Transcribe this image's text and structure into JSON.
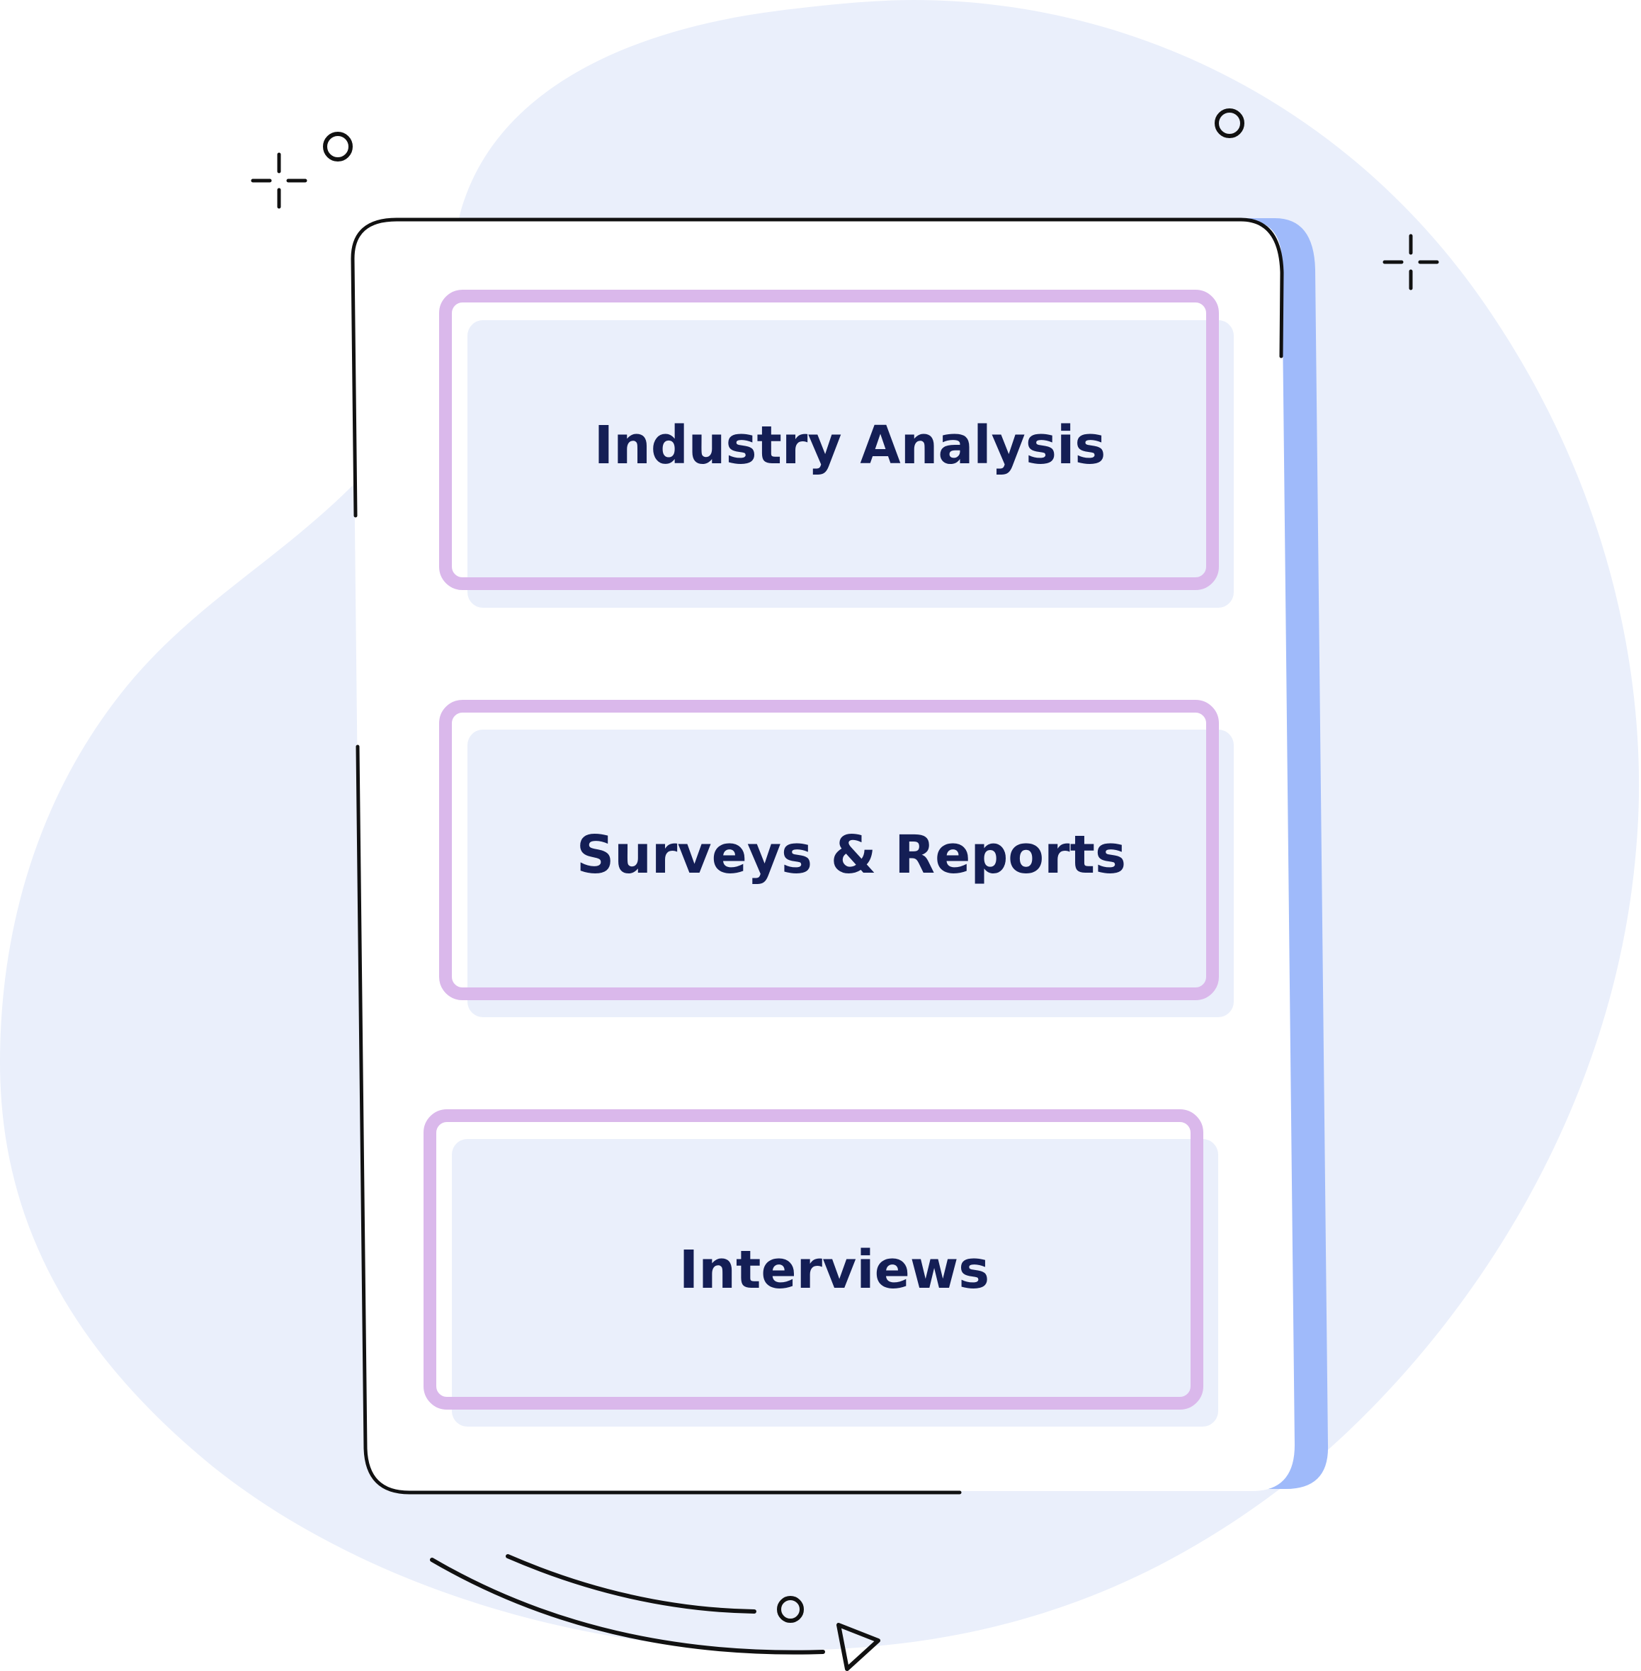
{
  "colors": {
    "blob": "#eaeffb",
    "panel": "#ffffff",
    "panel_shadow": "#9fbafa",
    "card_fill": "#eaeffb",
    "card_border": "#dab8eb",
    "line": "#111111",
    "text": "#141e55"
  },
  "cards": [
    {
      "label": "Industry Analysis"
    },
    {
      "label": "Surveys & Reports"
    },
    {
      "label": "Interviews"
    }
  ],
  "icons": [
    "sparkle-icon",
    "circle-icon",
    "arrow-icon"
  ]
}
